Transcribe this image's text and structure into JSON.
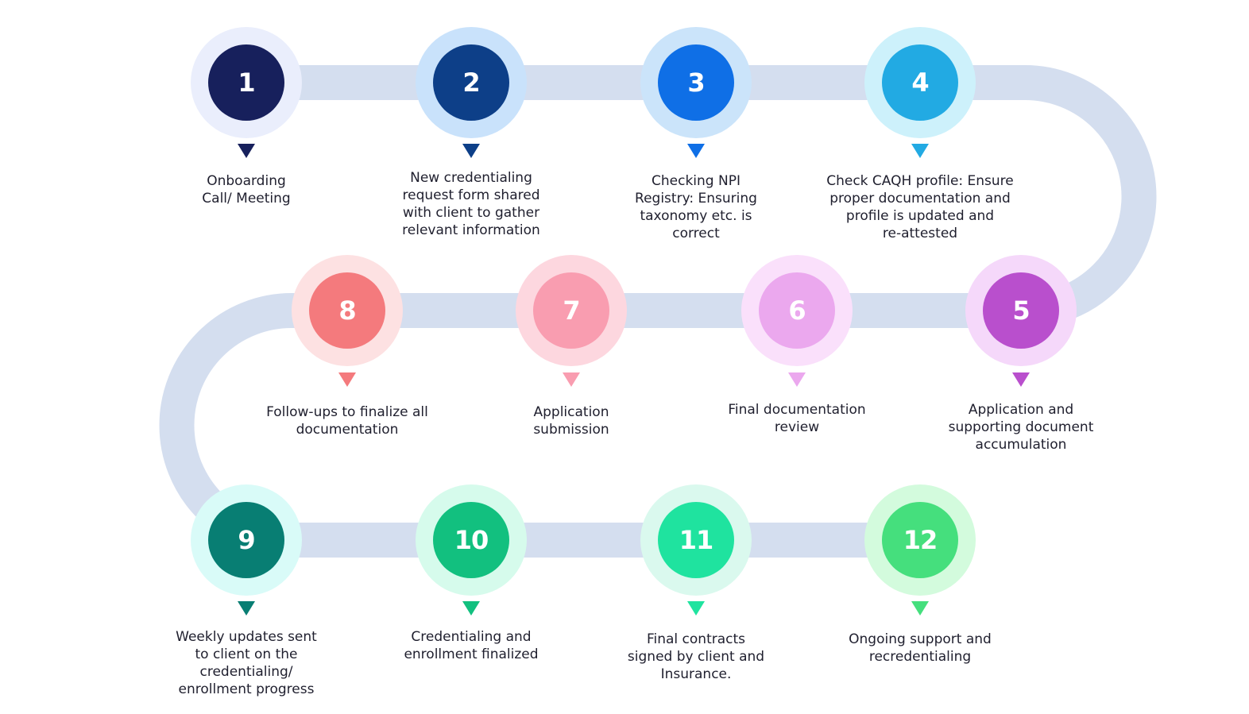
{
  "track_color": "#d4deef",
  "steps": [
    {
      "number": "1",
      "label": "Onboarding\nCall/ Meeting",
      "color": "#17205c",
      "halo": "#eaeefc"
    },
    {
      "number": "2",
      "label": "New credentialing\nrequest form shared\nwith client to gather\nrelevant information",
      "color": "#0d3f88",
      "halo": "#c9e2fb"
    },
    {
      "number": "3",
      "label": "Checking NPI\nRegistry:  Ensuring\ntaxonomy etc. is\ncorrect",
      "color": "#0f6fe6",
      "halo": "#cbe4fa"
    },
    {
      "number": "4",
      "label": "Check CAQH profile: Ensure\nproper documentation and\nprofile is updated and\nre-attested",
      "color": "#22aae3",
      "halo": "#cdf1fb"
    },
    {
      "number": "5",
      "label": "Application and\nsupporting document\naccumulation",
      "color": "#b94fcd",
      "halo": "#f5d8fa"
    },
    {
      "number": "6",
      "label": "Final documentation\nreview",
      "color": "#eba8ee",
      "halo": "#fae0fb"
    },
    {
      "number": "7",
      "label": "Application\nsubmission",
      "color": "#f99db0",
      "halo": "#fdd7df"
    },
    {
      "number": "8",
      "label": "Follow-ups to finalize all\ndocumentation",
      "color": "#f47a7d",
      "halo": "#fde1e2"
    },
    {
      "number": "9",
      "label": "Weekly updates sent\nto client on the\ncredentialing/\nenrollment progress",
      "color": "#087e73",
      "halo": "#d9fbf8"
    },
    {
      "number": "10",
      "label": "Credentialing and\nenrollment finalized",
      "color": "#12c07f",
      "halo": "#d6fbec"
    },
    {
      "number": "11",
      "label": "Final contracts\nsigned by client and\nInsurance.",
      "color": "#1fe39f",
      "halo": "#daf9ee"
    },
    {
      "number": "12",
      "label": "Ongoing support and\nrecredentialing",
      "color": "#45df7d",
      "halo": "#d3fbdd"
    }
  ]
}
